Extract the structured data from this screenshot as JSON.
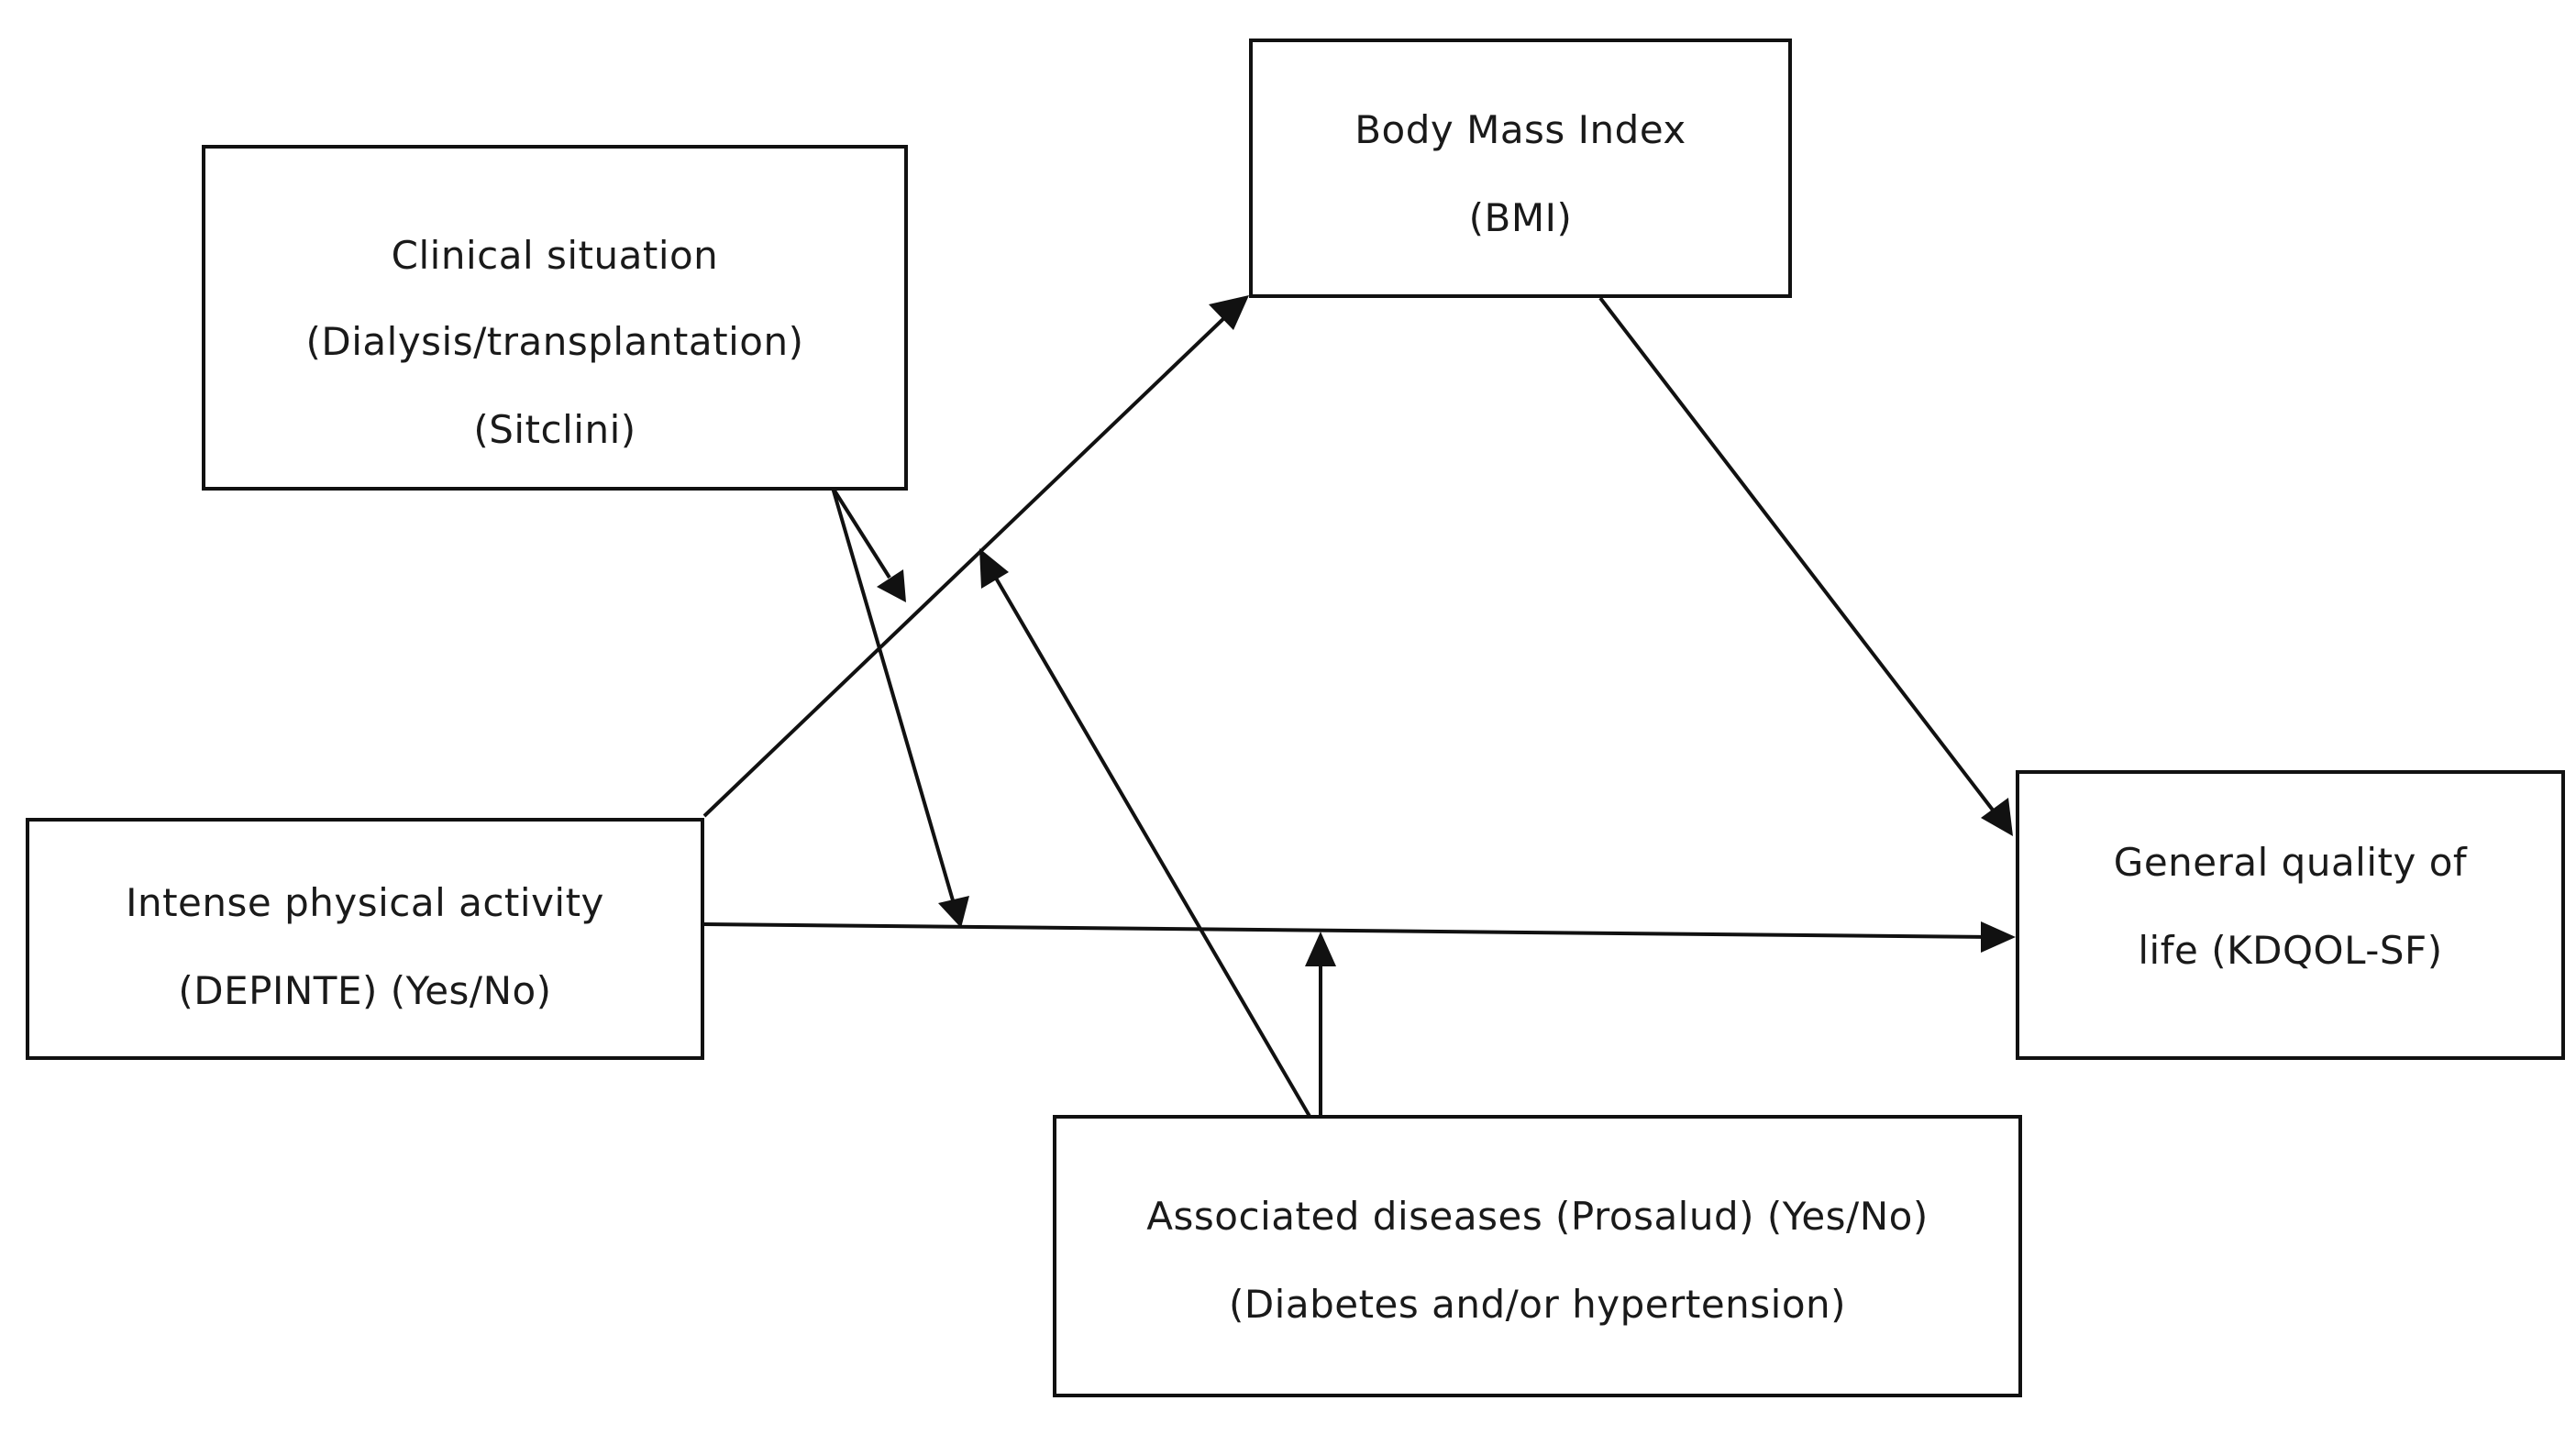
{
  "nodes": {
    "clinical": {
      "lines": [
        "Clinical situation",
        "(Dialysis/transplantation)",
        "(Sitclini)"
      ]
    },
    "bmi": {
      "lines": [
        "Body Mass Index",
        "(BMI)"
      ]
    },
    "activity": {
      "lines": [
        "Intense physical activity",
        "(DEPINTE) (Yes/No)"
      ]
    },
    "quality": {
      "lines": [
        "General quality of",
        "life (KDQOL-SF)"
      ]
    },
    "diseases": {
      "lines": [
        "Associated diseases (Prosalud) (Yes/No)",
        "(Diabetes and/or hypertension)"
      ]
    }
  },
  "edges": [
    {
      "from": "activity",
      "to": "bmi"
    },
    {
      "from": "bmi",
      "to": "quality"
    },
    {
      "from": "activity",
      "to": "quality"
    },
    {
      "from": "clinical",
      "to": "activity-bmi-path"
    },
    {
      "from": "clinical",
      "to": "activity-quality-path"
    },
    {
      "from": "diseases",
      "to": "activity-bmi-path"
    },
    {
      "from": "diseases",
      "to": "activity-quality-path"
    }
  ]
}
